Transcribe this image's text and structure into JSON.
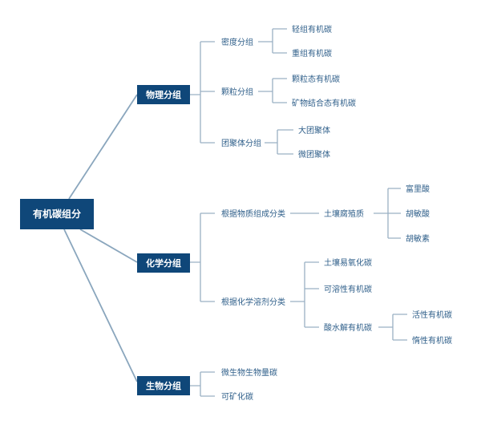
{
  "root": "有机碳组分",
  "groups": {
    "physical": {
      "title": "物理分组",
      "density": {
        "label": "密度分组",
        "items": [
          "轻组有机碳",
          "重组有机碳"
        ]
      },
      "particle": {
        "label": "颗粒分组",
        "items": [
          "颗粒态有机碳",
          "矿物结合态有机碳"
        ]
      },
      "aggregate": {
        "label": "团聚体分组",
        "items": [
          "大团聚体",
          "微团聚体"
        ]
      }
    },
    "chemical": {
      "title": "化学分组",
      "composition": {
        "label": "根据物质组成分类",
        "humus": {
          "label": "土壤腐殖质",
          "items": [
            "富里酸",
            "胡敏酸",
            "胡敏素"
          ]
        }
      },
      "solvent": {
        "label": "根据化学溶剂分类",
        "oxidizable": "土壤易氧化碳",
        "soluble": "可溶性有机碳",
        "hydrolyzable": {
          "label": "酸水解有机碳",
          "items": [
            "活性有机碳",
            "惰性有机碳"
          ]
        }
      }
    },
    "biological": {
      "title": "生物分组",
      "items": [
        "微生物生物量碳",
        "可矿化碳"
      ]
    }
  },
  "colors": {
    "box": "#0f4779",
    "line": "#9ab0c4",
    "text": "#2f5f8a"
  }
}
